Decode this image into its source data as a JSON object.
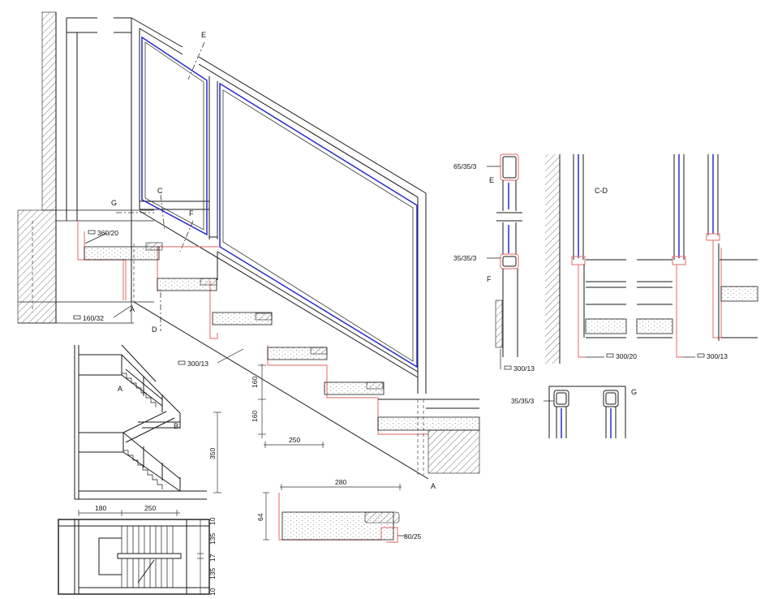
{
  "section_labels": {
    "E": "E",
    "C": "C",
    "G": "G",
    "F": "F",
    "A": "A",
    "D": "D",
    "B": "B",
    "CD": "C-D"
  },
  "profiles": {
    "p360_20": "360/20",
    "p160_32": "160/32",
    "p300_13_main": "300/13",
    "p65_35_3": "65/35/3",
    "p35_35_3_a": "35/35/3",
    "p300_13_detail": "300/13",
    "p300_20": "300/20",
    "p300_13_cd": "300/13",
    "p35_35_3_g": "35/35/3",
    "p80_25": "80/25"
  },
  "dimensions": {
    "riser_a": "160",
    "riser_b": "160",
    "tread": "250",
    "height_350": "350",
    "plan_w1": "180",
    "plan_w2": "250",
    "plan_h1": "10",
    "plan_h2": "135",
    "plan_h3": "17",
    "plan_h4": "135",
    "plan_h5": "10",
    "step_len": "280",
    "step_th": "64"
  },
  "colors": {
    "steel": "#e88080",
    "glass": "#2a2acc",
    "line": "#1a1a1a"
  }
}
